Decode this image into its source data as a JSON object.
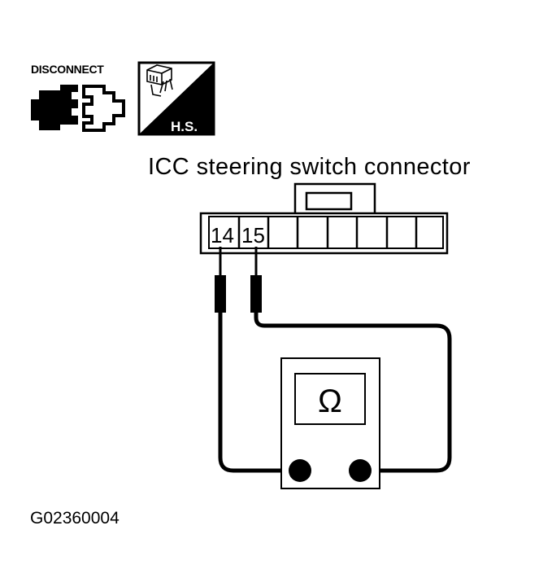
{
  "disconnect_icon": {
    "label": "DISCONNECT"
  },
  "harness_side_icon": {
    "label": "H.S."
  },
  "connector": {
    "title": "ICC steering switch connector",
    "terminals": [
      "14",
      "15"
    ]
  },
  "ohmmeter": {
    "symbol": "Ω"
  },
  "figure_code": "G02360004"
}
